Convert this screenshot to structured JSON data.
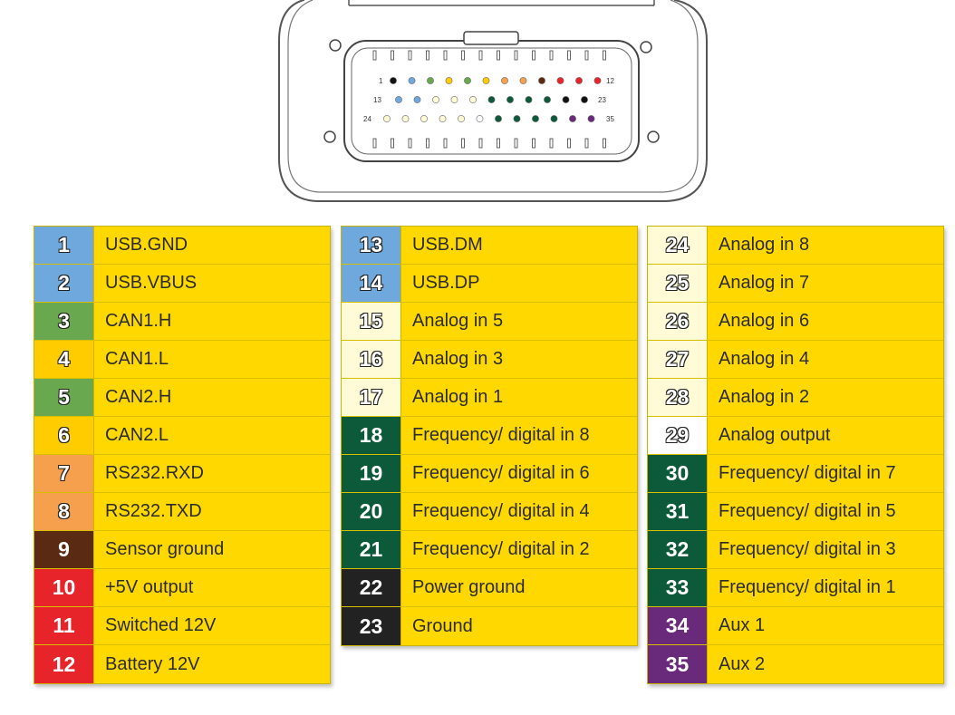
{
  "colors": {
    "usb": "#6fa8dc",
    "can_h": "#6aa84f",
    "can_l": "#ffcc00",
    "rs232": "#f6a04d",
    "sensor_ground": "#5b2a12",
    "power_red": "#e8242b",
    "analog": "#fffbd6",
    "analog_out": "#ffffff",
    "frequency": "#0d5a3a",
    "ground": "#222222",
    "aux": "#6a2a7c",
    "label_bg": "#ffd800"
  },
  "connector": {
    "row1_first": "1",
    "row1_last": "12",
    "row2_first": "13",
    "row2_last": "23",
    "row3_first": "24",
    "row3_last": "35",
    "row1_pins": [
      "#111111",
      "#6fa8dc",
      "#6aa84f",
      "#ffcc00",
      "#6aa84f",
      "#ffcc00",
      "#f6a04d",
      "#f6a04d",
      "#5b2a12",
      "#e8242b",
      "#e8242b",
      "#e8242b"
    ],
    "row2_pins": [
      "#6fa8dc",
      "#6fa8dc",
      "#fffbd6",
      "#fffbd6",
      "#fffbd6",
      "#0d5a3a",
      "#0d5a3a",
      "#0d5a3a",
      "#0d5a3a",
      "#111111",
      "#111111"
    ],
    "row3_pins": [
      "#fffbd6",
      "#fffbd6",
      "#fffbd6",
      "#fffbd6",
      "#fffbd6",
      "#ffffff",
      "#0d5a3a",
      "#0d5a3a",
      "#0d5a3a",
      "#0d5a3a",
      "#6a2a7c",
      "#6a2a7c"
    ]
  },
  "tables": [
    {
      "rows": [
        {
          "num": "1",
          "label": "USB.GND",
          "color": "#6fa8dc"
        },
        {
          "num": "2",
          "label": "USB.VBUS",
          "color": "#6fa8dc"
        },
        {
          "num": "3",
          "label": "CAN1.H",
          "color": "#6aa84f"
        },
        {
          "num": "4",
          "label": "CAN1.L",
          "color": "#ffcc00"
        },
        {
          "num": "5",
          "label": "CAN2.H",
          "color": "#6aa84f"
        },
        {
          "num": "6",
          "label": "CAN2.L",
          "color": "#ffcc00"
        },
        {
          "num": "7",
          "label": "RS232.RXD",
          "color": "#f6a04d"
        },
        {
          "num": "8",
          "label": "RS232.TXD",
          "color": "#f6a04d"
        },
        {
          "num": "9",
          "label": "Sensor ground",
          "color": "#5b2a12"
        },
        {
          "num": "10",
          "label": "+5V output",
          "color": "#e8242b"
        },
        {
          "num": "11",
          "label": "Switched 12V",
          "color": "#e8242b"
        },
        {
          "num": "12",
          "label": "Battery 12V",
          "color": "#e8242b"
        }
      ]
    },
    {
      "rows": [
        {
          "num": "13",
          "label": "USB.DM",
          "color": "#6fa8dc"
        },
        {
          "num": "14",
          "label": "USB.DP",
          "color": "#6fa8dc"
        },
        {
          "num": "15",
          "label": "Analog in 5",
          "color": "#fffbd6"
        },
        {
          "num": "16",
          "label": "Analog in 3",
          "color": "#fffbd6"
        },
        {
          "num": "17",
          "label": "Analog in 1",
          "color": "#fffbd6"
        },
        {
          "num": "18",
          "label": "Frequency/ digital in 8",
          "color": "#0d5a3a"
        },
        {
          "num": "19",
          "label": "Frequency/ digital in 6",
          "color": "#0d5a3a"
        },
        {
          "num": "20",
          "label": "Frequency/ digital in 4",
          "color": "#0d5a3a"
        },
        {
          "num": "21",
          "label": "Frequency/ digital in 2",
          "color": "#0d5a3a"
        },
        {
          "num": "22",
          "label": "Power ground",
          "color": "#222222"
        },
        {
          "num": "23",
          "label": "Ground",
          "color": "#222222"
        }
      ]
    },
    {
      "rows": [
        {
          "num": "24",
          "label": "Analog in 8",
          "color": "#fffbd6"
        },
        {
          "num": "25",
          "label": "Analog in 7",
          "color": "#fffbd6"
        },
        {
          "num": "26",
          "label": "Analog in 6",
          "color": "#fffbd6"
        },
        {
          "num": "27",
          "label": "Analog in 4",
          "color": "#fffbd6"
        },
        {
          "num": "28",
          "label": "Analog in 2",
          "color": "#fffbd6"
        },
        {
          "num": "29",
          "label": "Analog output",
          "color": "#ffffff"
        },
        {
          "num": "30",
          "label": "Frequency/ digital in 7",
          "color": "#0d5a3a"
        },
        {
          "num": "31",
          "label": "Frequency/ digital in 5",
          "color": "#0d5a3a"
        },
        {
          "num": "32",
          "label": "Frequency/ digital in 3",
          "color": "#0d5a3a"
        },
        {
          "num": "33",
          "label": "Frequency/ digital in 1",
          "color": "#0d5a3a"
        },
        {
          "num": "34",
          "label": "Aux 1",
          "color": "#6a2a7c"
        },
        {
          "num": "35",
          "label": "Aux 2",
          "color": "#6a2a7c"
        }
      ]
    }
  ]
}
